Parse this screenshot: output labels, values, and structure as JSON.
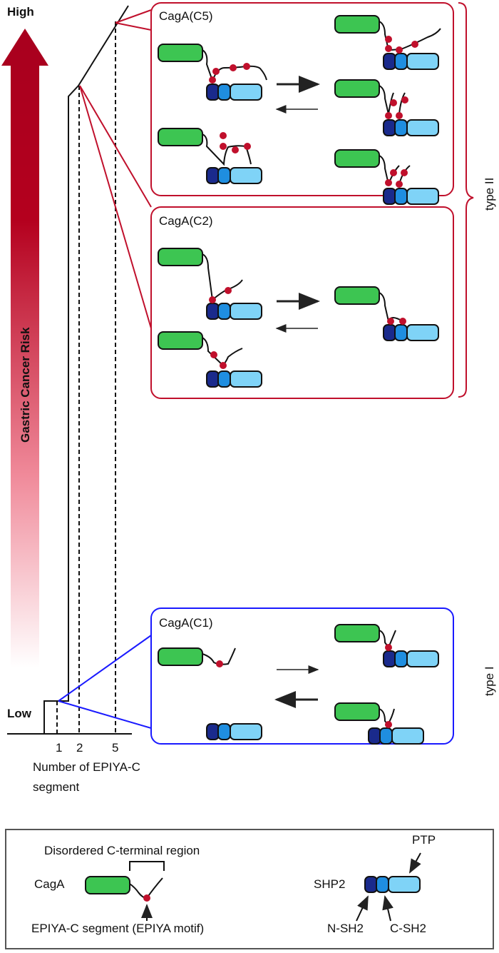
{
  "risk_axis": {
    "high": "High",
    "low": "Low",
    "title": "Gastric Cancer Risk"
  },
  "x_axis": {
    "ticks": [
      "1",
      "2",
      "5"
    ],
    "label_line1": "Number of EPIYA-C",
    "label_line2": "segment"
  },
  "panels": {
    "c5": {
      "title": "CagA(C5)"
    },
    "c2": {
      "title": "CagA(C2)"
    },
    "c1": {
      "title": "CagA(C1)"
    }
  },
  "type_labels": {
    "type2": "type II",
    "type1": "type I"
  },
  "legend": {
    "disordered": "Disordered C-terminal region",
    "caga": "CagA",
    "epiya": "EPIYA-C segment (EPIYA motif)",
    "shp2": "SHP2",
    "ptp": "PTP",
    "nsh2": "N-SH2",
    "csh2": "C-SH2"
  },
  "colors": {
    "red": "#c0102c",
    "blue": "#1a1aff",
    "green": "#3dc552",
    "navy": "#1a2a8c",
    "mid_blue": "#1f8ee0",
    "light_blue": "#7fd3f7"
  }
}
